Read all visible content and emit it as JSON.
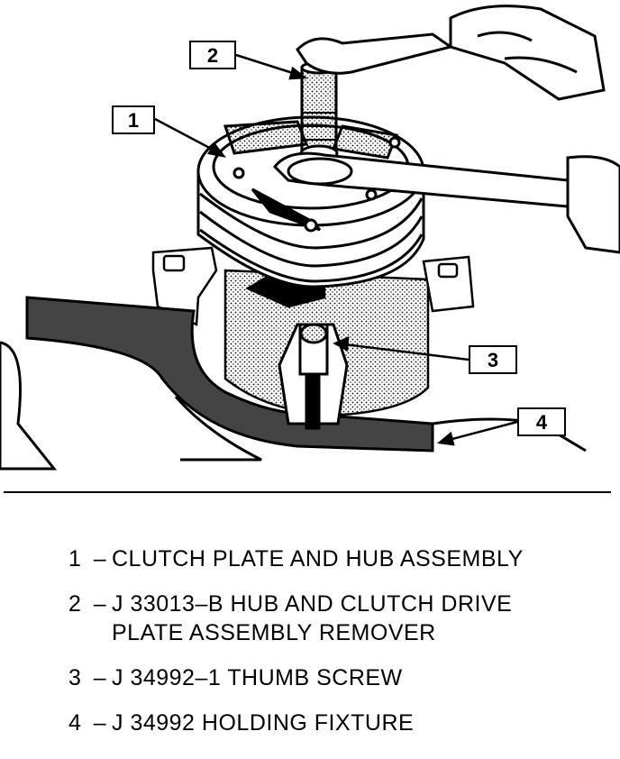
{
  "callouts": [
    {
      "label": "1"
    },
    {
      "label": "2"
    },
    {
      "label": "3"
    },
    {
      "label": "4"
    }
  ],
  "legend": [
    {
      "num": "1",
      "dash": "–",
      "text": "CLUTCH PLATE AND HUB ASSEMBLY"
    },
    {
      "num": "2",
      "dash": "–",
      "text": "J 33013–B HUB AND CLUTCH DRIVE\nPLATE ASSEMBLY REMOVER"
    },
    {
      "num": "3",
      "dash": "–",
      "text": "J 34992–1 THUMB SCREW"
    },
    {
      "num": "4",
      "dash": "–",
      "text": "J 34992 HOLDING FIXTURE"
    }
  ]
}
